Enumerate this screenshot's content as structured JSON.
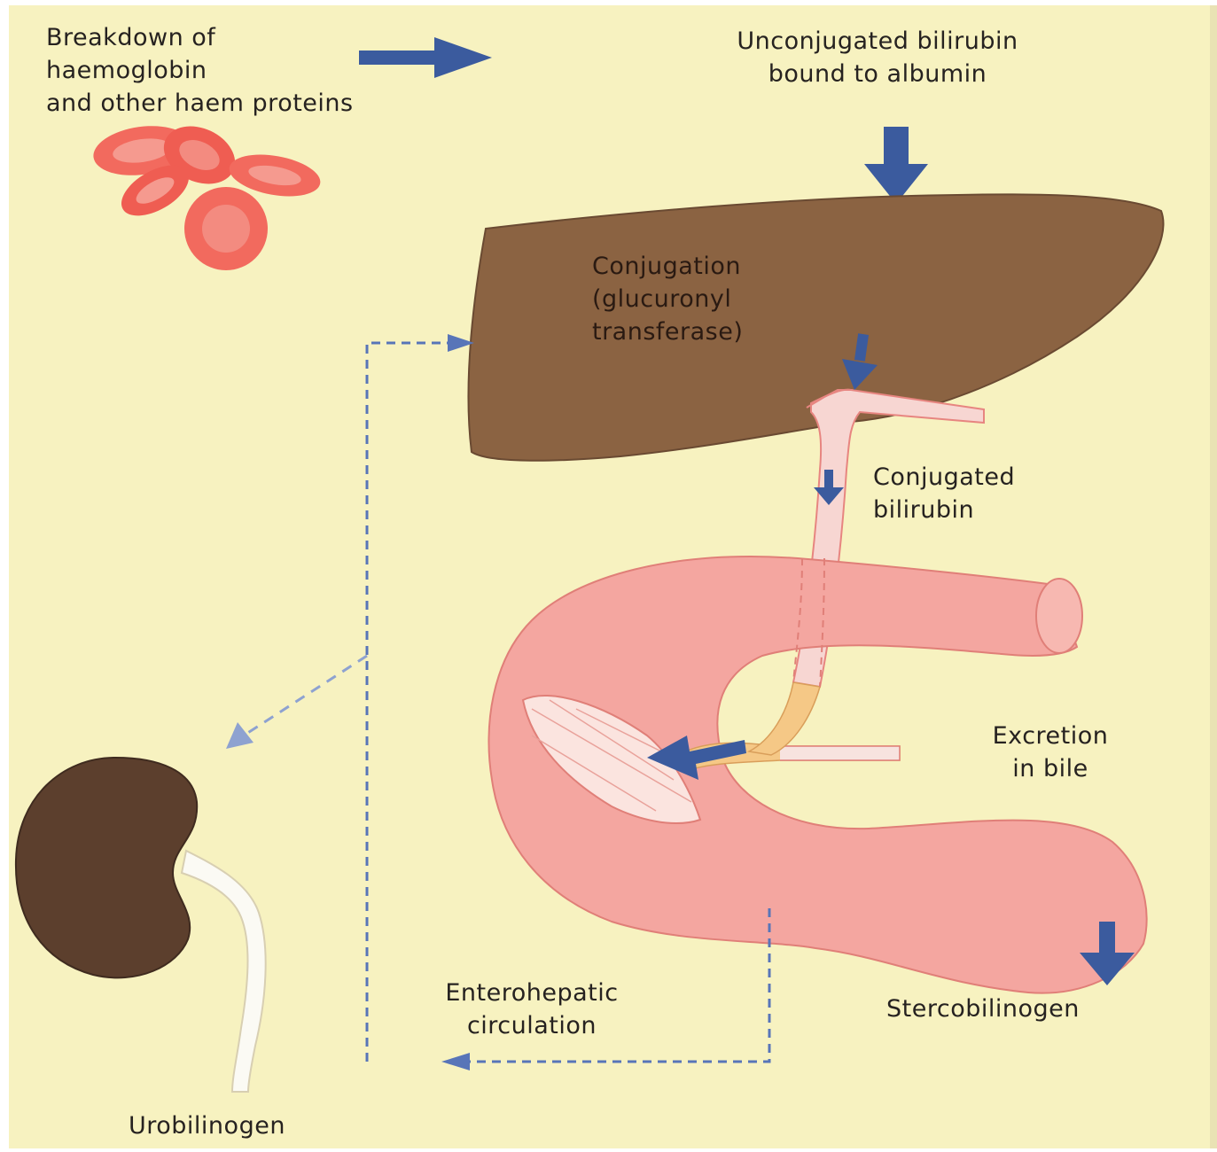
{
  "labels": {
    "breakdown": "Breakdown of\nhaemoglobin\nand other haem proteins",
    "unconjugated": "Unconjugated bilirubin\nbound to albumin",
    "conjugation": "Conjugation\n(glucuronyl\ntransferase)",
    "conjugated": "Conjugated\nbilirubin",
    "excretion": "Excretion\nin bile",
    "enterohepatic": "Enterohepatic\ncirculation",
    "stercobilinogen": "Stercobilinogen",
    "urobilinogen": "Urobilinogen"
  },
  "colors": {
    "background": "#f7f2c0",
    "liver": "#8b6342",
    "kidney": "#5c3f2d",
    "intestine": "#f4a6a0",
    "red_cells": "#f26a5e",
    "arrows": "#3b5b9e",
    "text": "#262220"
  }
}
